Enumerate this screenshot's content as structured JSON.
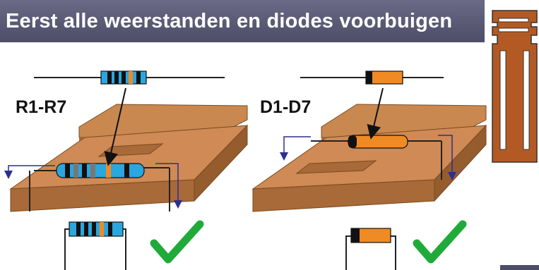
{
  "slide": {
    "title": "Eerst alle weerstanden en diodes voorbuigen",
    "resistor_label": "R1-R7",
    "diode_label": "D1-D7"
  },
  "colors": {
    "title_bar": "#5b5b78",
    "board": "#c8844e",
    "board_side": "#a86a38",
    "resistor_body": "#2aa7df",
    "diode_body": "#f08a24",
    "checkmark": "#1faa3a",
    "arrow": "#2d2f8f",
    "strip": "#b35a24"
  },
  "icons": {
    "resistor": "resistor-icon",
    "diode": "diode-icon",
    "check": "check-icon",
    "strip": "bending-jig-icon"
  }
}
